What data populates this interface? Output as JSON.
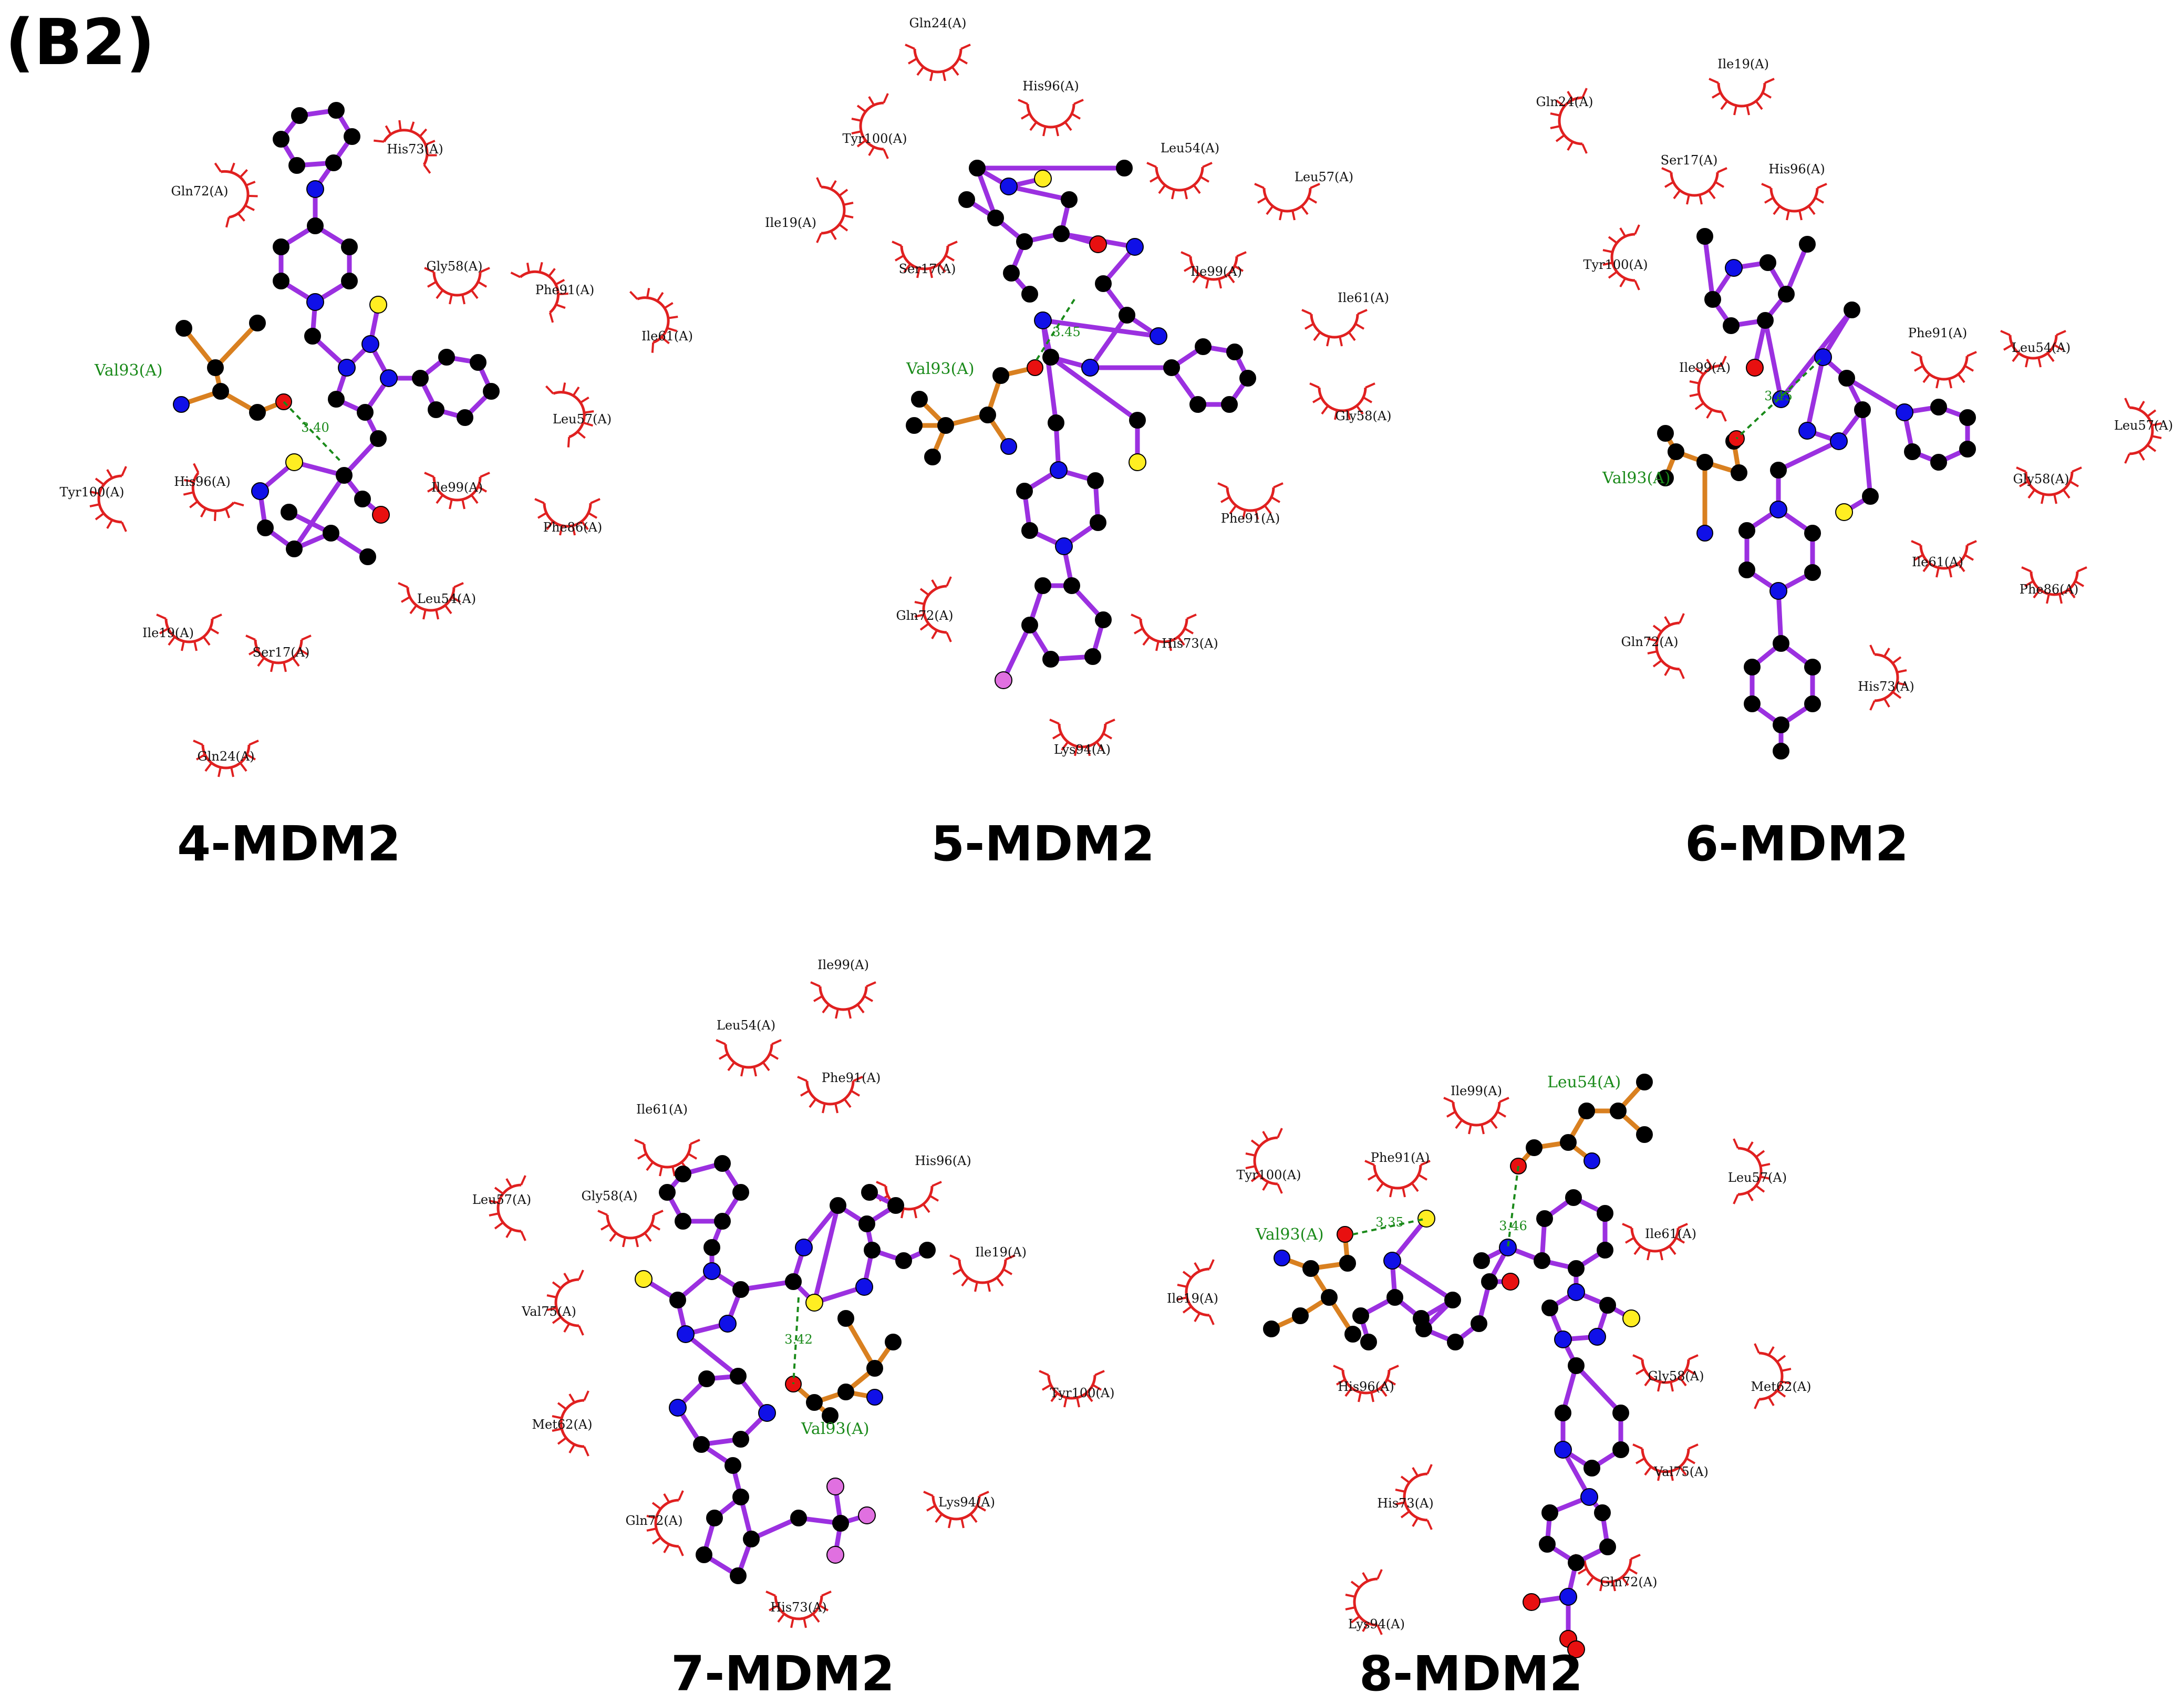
{
  "panel_label": "(B2)",
  "colors": {
    "carbon": "#000000",
    "nitrogen": "#1010e8",
    "oxygen": "#e81010",
    "sulfur": "#ffee22",
    "fluorine": "#e070e0",
    "ligand_bond": "#9b30e0",
    "residue_bond": "#d98020",
    "hbond": "#1a8a1a",
    "hydrophobic": "#e02020"
  },
  "icons": {
    "hydrophobic_contact": "red-eyelash-arc-icon",
    "atom": "filled-circle-icon"
  },
  "complexes": [
    {
      "id": "4",
      "caption": "4-MDM2",
      "hbond_residue": "Val93(A)",
      "hbond_distance": "3.40",
      "hydrophobic_residues": [
        "Gln72(A)",
        "His73(A)",
        "Gly58(A)",
        "Phe91(A)",
        "Ile61(A)",
        "Leu57(A)",
        "Ile99(A)",
        "Phe86(A)",
        "Tyr100(A)",
        "His96(A)",
        "Leu54(A)",
        "Ile19(A)",
        "Ser17(A)",
        "Gln24(A)"
      ]
    },
    {
      "id": "5",
      "caption": "5-MDM2",
      "hbond_residue": "Val93(A)",
      "hbond_distance": "3.45",
      "hydrophobic_residues": [
        "Gln24(A)",
        "His96(A)",
        "Tyr100(A)",
        "Leu54(A)",
        "Leu57(A)",
        "Ile19(A)",
        "Ser17(A)",
        "Ile99(A)",
        "Ile61(A)",
        "Gly58(A)",
        "Phe91(A)",
        "Gln72(A)",
        "His73(A)",
        "Lys94(A)"
      ]
    },
    {
      "id": "6",
      "caption": "6-MDM2",
      "hbond_residue": "Val93(A)",
      "hbond_distance": "3.45",
      "hydrophobic_residues": [
        "Ile19(A)",
        "Gln24(A)",
        "Ser17(A)",
        "His96(A)",
        "Tyr100(A)",
        "Ile99(A)",
        "Phe91(A)",
        "Leu54(A)",
        "Leu57(A)",
        "Gly58(A)",
        "Ile61(A)",
        "Phe86(A)",
        "Gln72(A)",
        "His73(A)"
      ]
    },
    {
      "id": "7",
      "caption": "7-MDM2",
      "hbond_residue": "Val93(A)",
      "hbond_distance": "3.42",
      "hydrophobic_residues": [
        "Ile99(A)",
        "Leu54(A)",
        "Phe91(A)",
        "Ile61(A)",
        "His96(A)",
        "Leu57(A)",
        "Gly58(A)",
        "Ile19(A)",
        "Val75(A)",
        "Met62(A)",
        "Tyr100(A)",
        "Gln72(A)",
        "Lys94(A)",
        "His73(A)"
      ]
    },
    {
      "id": "8",
      "caption": "8-MDM2",
      "hbond_residues": [
        {
          "name": "Val93(A)",
          "distance": "3.35"
        },
        {
          "name": "Leu54(A)",
          "distance": "3.46"
        }
      ],
      "hydrophobic_residues": [
        "Ile99(A)",
        "Tyr100(A)",
        "Phe91(A)",
        "Leu57(A)",
        "Ile61(A)",
        "Ile19(A)",
        "His96(A)",
        "Gly58(A)",
        "Met62(A)",
        "Val75(A)",
        "His73(A)",
        "Gln72(A)",
        "Lys94(A)"
      ]
    }
  ]
}
